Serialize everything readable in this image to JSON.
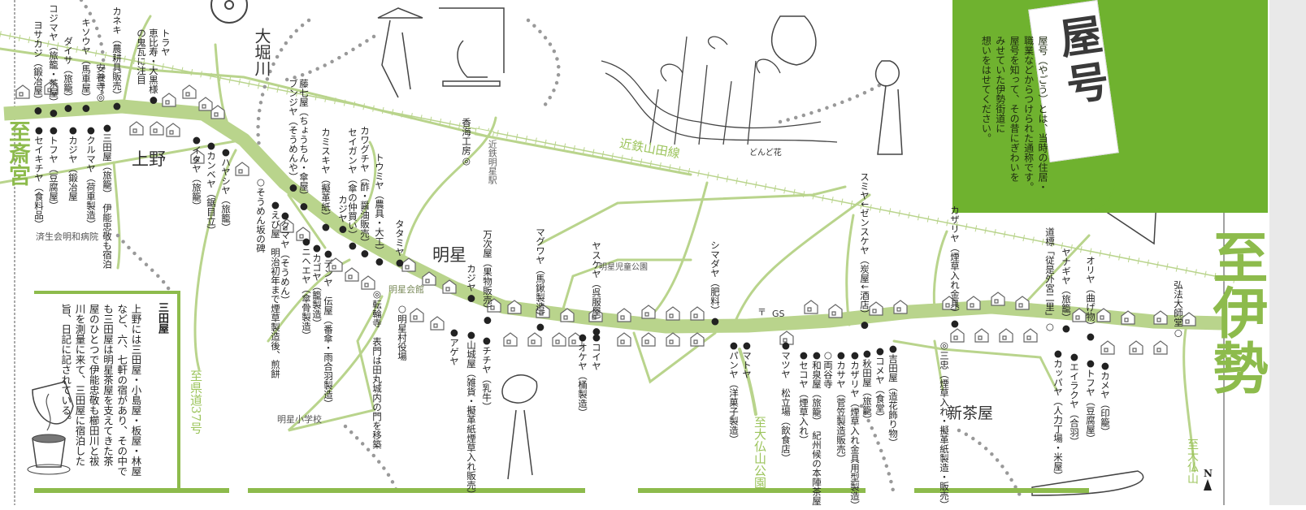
{
  "map_labels": [
    "カネキ（農耕具販売）●",
    "安養寺◎",
    "キソウヤ（馬車屋）●",
    "ダイサ（旅籠）●",
    "コジマヤ（旅籠・茶屋）●",
    "ヨサカジ（鍛冶屋）●",
    "トラヤ\n恵比寿・大黒様●\nの鬼瓦に注目",
    "●セイキチヤ（食料品）",
    "●トフヤ（豆腐屋）",
    "●カジヤ（鍛冶屋",
    "●クルマヤ（荷車製造）",
    "●三田屋（旅籠）　伊能忠敬も宿泊",
    "●イタヤ（旅籠）",
    "●カンベヤ（鋸目立）",
    "●ハヤシヤ（旅籠）",
    "藤七屋（ちょうちん・傘屋）●",
    "ブンジヤ（そうめんや）●",
    "○そうめん坂の碑",
    "●えび屋　明治初年まで煙草製造後、煎餅",
    "●クマヤ（そうめん）",
    "●ニヘエヤ（傘骨製造）",
    "●カゴヤ（籠製造）",
    "●デンヤ　伝屋（番傘・雨合羽製造）",
    "カミスキヤ（擬革紙）●",
    "カジヤ●",
    "セイガンヤ（傘の仲買い）●",
    "カワグチヤ（酢・醤油販売）●",
    "トウミヤ（農具・大工）●",
    "タタミヤ●",
    "◎転輪寺　表門は田丸城内の門を移築",
    "○明星村役場",
    "●アゲヤ",
    "●山城屋（雑貨・擬革紙煙草入れ販売）",
    "●チチヤ（乳牛）",
    "カジヤ●",
    "万次屋（果物販売）●",
    "香海工房◎",
    "マグワヤ（馬鍬製造）●",
    "ヤスケヤ（呉服屋）●",
    "●オケヤ（桶製造）",
    "●コイヤ",
    "シマダヤ（肥料）●",
    "スミヤ↓ゼンスケヤ（炭屋↓酒店）●",
    "●マトヤ",
    "●パンヤ（洋菓子製造）",
    "●マツヤ　松立場（飲食店）",
    "●セコヤ（煙草入れ）",
    "●和泉屋（旅籠）　紀州候の本陣茶屋",
    "○両谷寺",
    "●カサヤ（菅笠製造販売）",
    "●カザリヤ（煙草入れ金具用型製造）",
    "●秋田屋（旅籠）",
    "●コメヤ（食堂）",
    "●吉田屋（造花飾り物）",
    "◎三忠（煙草入れ・擬革紙製造・販売）",
    "カザリヤ（煙草入れ金具）●",
    "道標「従是外宮二里」○",
    "ヤナギヤ（旅籠）●",
    "オリヤ（曲げ物）●",
    "弘法大師堂○",
    "●カッパヤ（人力丁場・米屋）",
    "●エイラクヤ（合羽）",
    "●トフヤ（豆腐屋）",
    "●カメヤ（印籠）"
  ],
  "small_labels": {
    "hospital": "済生会明和病院",
    "hall": "明星会館",
    "school": "明星小学校",
    "park": "明星児童公園",
    "flower": "どんど花",
    "post": "〒",
    "gas": "GS",
    "station": "近鉄明星駅",
    "railway": "近鉄山田線"
  },
  "districts": {
    "ueno": "上野",
    "myojo": "明星",
    "shinjaya": "新茶屋",
    "river": "大堀川"
  },
  "directions": {
    "saiku": "至斎宮",
    "prefectural_road": "至県道37号",
    "daibutsuyama_park": "至大仏山公園",
    "daibutsuyama": "至大仏山",
    "ise": "至伊勢",
    "north": "N"
  },
  "yago_panel": {
    "title": "屋号",
    "text": "屋号（やごう）とは、当時の住居・\n職業などからつけられた通称です。\n屋号を知って、その昔にぎわいを\nみせていた伊勢街道に\n想いをはせてください。"
  },
  "mitaya_box": {
    "title": "三田屋",
    "text": "上野には三田屋・小島屋・板屋・林屋\nなど、六、七軒の宿があり、その中で\nも三田屋は明星茶屋を支えてきた茶\n屋のひとつで伊能忠敬も櫛田川と祓\n川を測量に来て、三田屋に宿泊した\n旨、日記に記されている。"
  },
  "colors": {
    "road": "#b9d48c",
    "accent_green": "#6fb22f",
    "label_green": "#9cc45c",
    "dots": "#999999"
  }
}
